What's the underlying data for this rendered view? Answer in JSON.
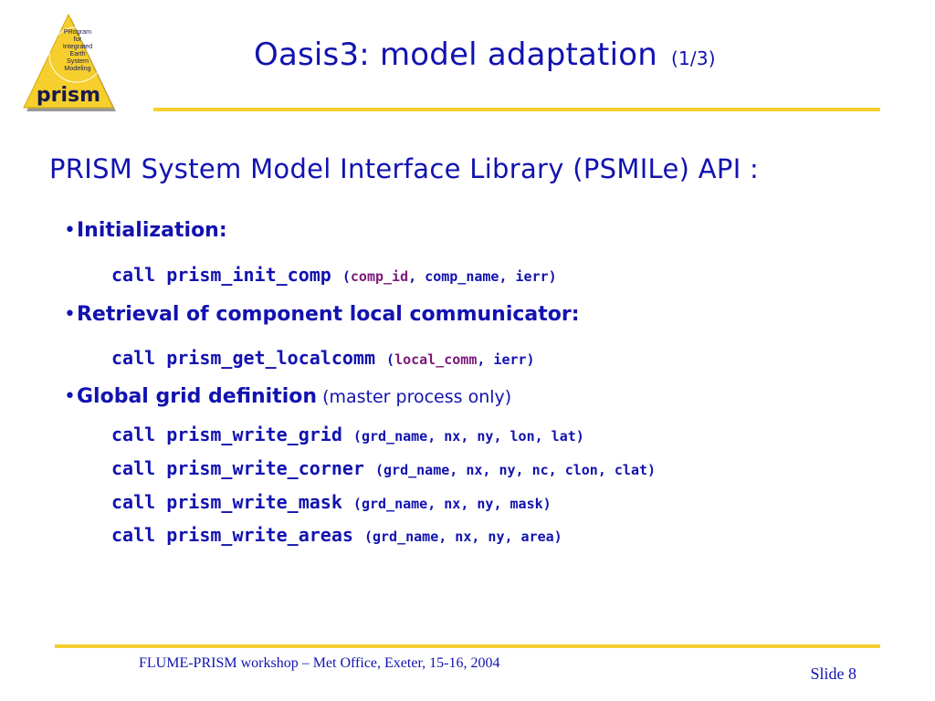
{
  "logo": {
    "lines": [
      "PRogram",
      "for",
      "Integrated",
      "Earth",
      "System",
      "Modeling"
    ],
    "word": "prism"
  },
  "title": {
    "main": "Oasis3: model adaptation",
    "sub": "(1/3)"
  },
  "heading": "PRISM System Model Interface Library (PSMILe) API :",
  "bullets": [
    {
      "dot": "•",
      "text": "Initialization:",
      "note": ""
    },
    {
      "dot": "•",
      "text": "Retrieval of component local communicator:",
      "note": ""
    },
    {
      "dot": "•",
      "text": "Global grid definition",
      "note": "(master process only)"
    }
  ],
  "code": [
    {
      "call": "call prism_init_comp",
      "open": "(",
      "hl": "comp_id",
      "rest": ", comp_name, ierr)"
    },
    {
      "call": "call prism_get_localcomm",
      "open": "(",
      "hl": "local_comm",
      "rest": ", ierr)"
    },
    {
      "call": "call prism_write_grid",
      "open": "",
      "hl": "",
      "rest": "(grd_name, nx, ny, lon, lat)"
    },
    {
      "call": "call prism_write_corner",
      "open": "",
      "hl": "",
      "rest": "(grd_name, nx, ny, nc, clon, clat)"
    },
    {
      "call": "call prism_write_mask",
      "open": "",
      "hl": "",
      "rest": "(grd_name, nx, ny, mask)"
    },
    {
      "call": "call prism_write_areas",
      "open": "",
      "hl": "",
      "rest": "(grd_name, nx, ny, area)"
    }
  ],
  "footer": {
    "text": "FLUME-PRISM workshop – Met Office, Exeter, 15-16, 2004",
    "slide": "Slide 8"
  },
  "colors": {
    "text": "#1212b0",
    "highlight": "#7a1a7a",
    "rule": "#f6cf2e",
    "logo_fill": "#f6cf2e"
  }
}
